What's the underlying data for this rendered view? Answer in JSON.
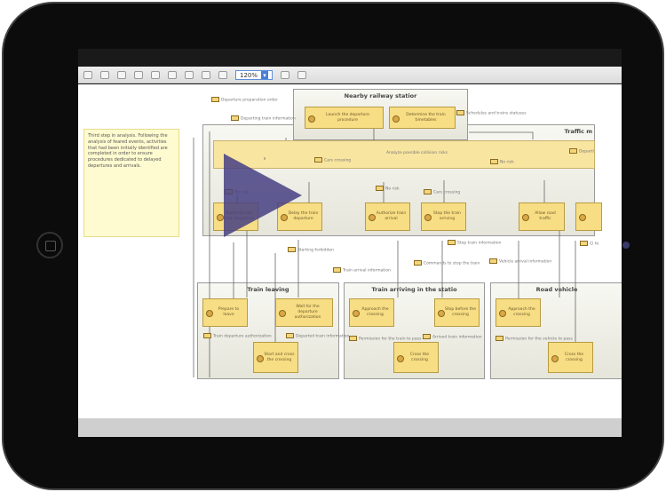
{
  "toolbar": {
    "zoom_value": "120%",
    "zoom_dropdown_icon": "chevron-down-icon"
  },
  "note": "Third step in analysis. Following the analysis of feared events, activities that had been initially identified are completed in order to ensure procedures dedicated to delayed departures and arrivals.",
  "groups": {
    "station": "Nearby railway statior",
    "traffic": "Traffic m",
    "leaving": "Train leaving",
    "arriving": "Train arriving in the statio",
    "road": "Road vehicle"
  },
  "bars": {
    "analyze": "Analyze possible collision risks"
  },
  "boxes": [
    "Launch the departure procedure",
    "Determine the train timetables",
    "Authorize the train departure",
    "Delay the train departure",
    "Authorize train arrival",
    "Stop the train arriving",
    "Allow road traffic",
    "Prepare to leave",
    "Wait for the departure authorization",
    "Start and cross the crossing",
    "Approach the crossing",
    "Stop before the crossing",
    "Cross the crossing",
    "Approach the crossing",
    "Cross the crossing"
  ],
  "labels": [
    "Departure preparation order",
    "Departing train information",
    "Schedules and trains statuses",
    "Cars crossing",
    "No risk",
    "Departi",
    "No risk",
    "No risk",
    "Cars crossing",
    "Starting forbidden",
    "Stop train information",
    "Train arrival information",
    "Commands to stop the train",
    "Vehicle arrival information",
    "Train departure authorization",
    "Departed train information",
    "Permission for the train to pass",
    "Arrived train information",
    "Permission for the vehicle to pass",
    "Cl fo"
  ],
  "video": {
    "play_icon": "play-icon",
    "overlay_color": "#46408a"
  }
}
